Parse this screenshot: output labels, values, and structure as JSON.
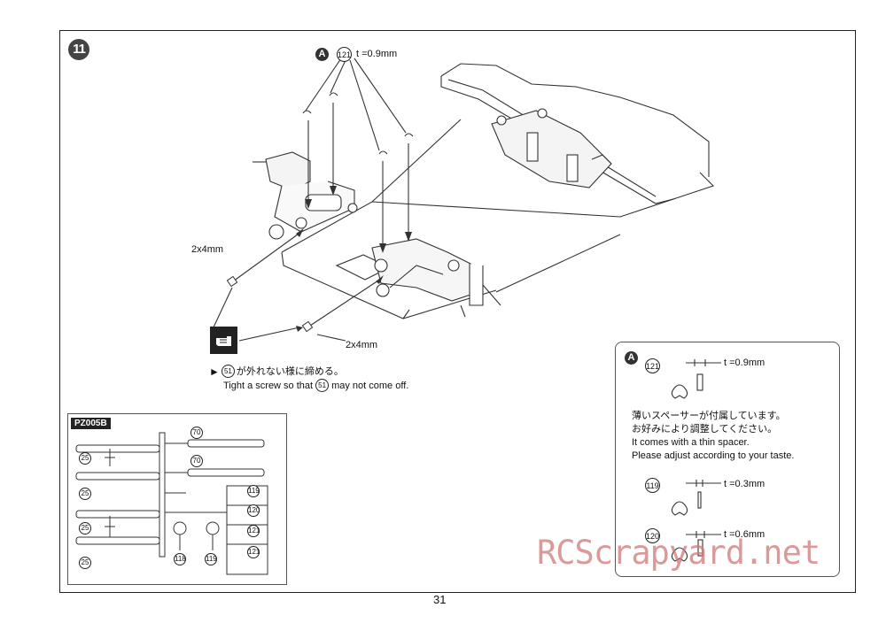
{
  "page_number": "31",
  "step": {
    "number": "11",
    "icon_name": "step-number-badge"
  },
  "callout_a": {
    "letter": "A",
    "part_no": "121",
    "thickness": "t =0.9mm"
  },
  "screws": {
    "left_label": "2x4mm",
    "right_label": "2x4mm"
  },
  "tighten_note": {
    "icon_name": "tighten-hand-icon",
    "marker": "►",
    "ref_no": "51",
    "jp_text_before": "",
    "jp_text_after": "が外れない様に締める。",
    "en_before": "Tight a screw so that",
    "en_after": "may not come off."
  },
  "detail_box": {
    "letter": "A",
    "items": [
      {
        "part_no": "121",
        "thickness": "t =0.9mm"
      },
      {
        "part_no": "119",
        "thickness": "t =0.3mm"
      },
      {
        "part_no": "120",
        "thickness": "t =0.6mm"
      }
    ],
    "jp_line1": "薄いスペーサーが付属しています。",
    "jp_line2": "お好みにより調整してください。",
    "en_line1": "It comes with a thin spacer.",
    "en_line2": "Please adjust according to your taste."
  },
  "parts_tree": {
    "label": "PZ005B",
    "numbers_left": [
      "25",
      "25",
      "25",
      "25"
    ],
    "numbers_top": [
      "70",
      "70"
    ],
    "numbers_grid": [
      "119",
      "120",
      "121",
      "121"
    ],
    "numbers_bottom": [
      "118",
      "119"
    ]
  },
  "watermark": "RCScrapyard.net",
  "colors": {
    "line": "#333333",
    "watermark": "#cd7878",
    "badge": "#444444"
  }
}
